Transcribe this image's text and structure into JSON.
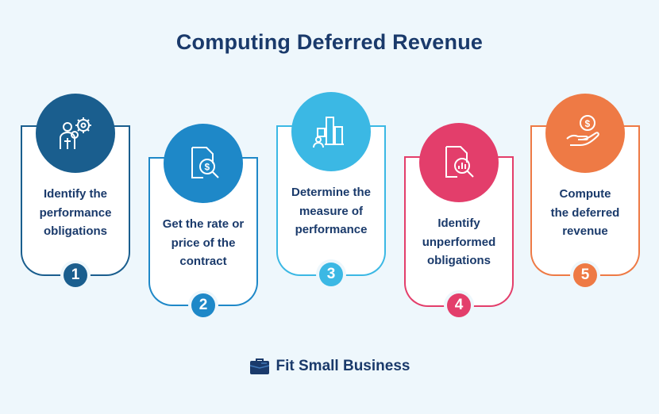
{
  "title": "Computing Deferred Revenue",
  "steps": [
    {
      "number": "1",
      "label_lines": [
        "Identify the",
        "performance",
        "obligations"
      ],
      "color": "#1a5e8e",
      "icon": "person-gears-icon"
    },
    {
      "number": "2",
      "label_lines": [
        "Get the rate or",
        "price of the",
        "contract"
      ],
      "color": "#1e88c8",
      "icon": "price-search-icon"
    },
    {
      "number": "3",
      "label_lines": [
        "Determine the",
        "measure of",
        "performance"
      ],
      "color": "#3bb8e4",
      "icon": "bar-chart-person-icon"
    },
    {
      "number": "4",
      "label_lines": [
        "Identify",
        "unperformed",
        "obligations"
      ],
      "color": "#e33e6b",
      "icon": "report-search-icon"
    },
    {
      "number": "5",
      "label_lines": [
        "Compute",
        "the deferred",
        "revenue"
      ],
      "color": "#ee7a45",
      "icon": "hand-coin-icon"
    }
  ],
  "brand": {
    "name": "Fit Small Business",
    "color": "#1a3a6b",
    "icon": "briefcase-icon"
  }
}
